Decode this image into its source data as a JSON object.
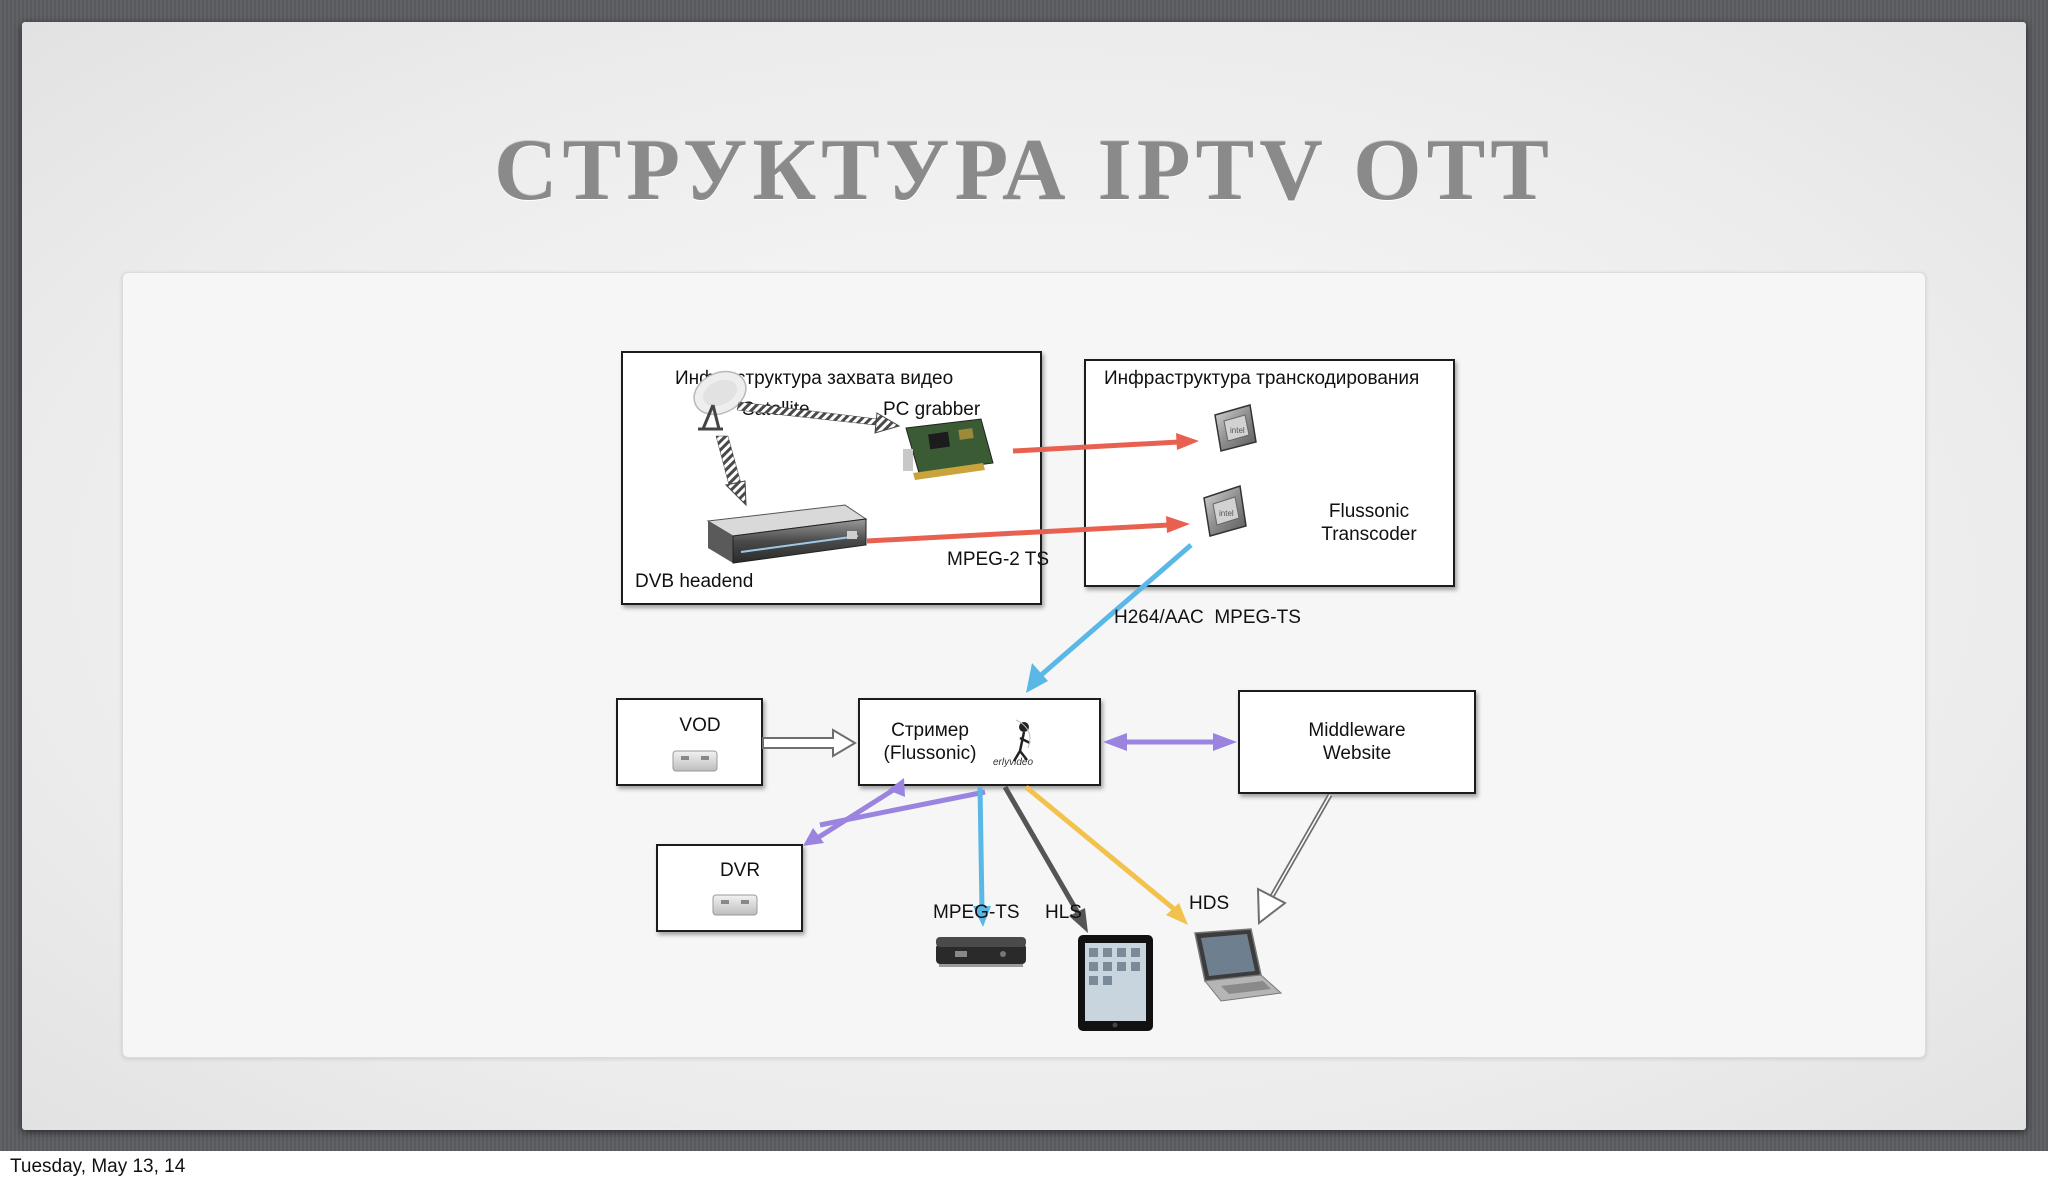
{
  "slide": {
    "title": "СТРУКТУРА IPTV OTT",
    "footer_date": "Tuesday, May 13, 14"
  },
  "diagram": {
    "capture_group": {
      "title": "Инфраструктура захвата видео",
      "satellite_label": "Satellite",
      "pc_grabber_label": "PC grabber",
      "dvb_label": "DVB headend",
      "mpeg2_label": "MPEG-2 TS"
    },
    "transcode_group": {
      "title": "Инфраструктура транскодирования",
      "transcoder_line1": "Flussonic",
      "transcoder_line2": "Transcoder"
    },
    "stream_label": "H264/AAC  MPEG-TS",
    "streamer": {
      "line1": "Стример",
      "line2": "(Flussonic)",
      "logo_text": "erlyvideo"
    },
    "vod_label": "VOD",
    "dvr_label": "DVR",
    "middleware": {
      "line1": "Middleware",
      "line2": "Website"
    },
    "protocols": {
      "mpegts": "MPEG-TS",
      "hls": "HLS",
      "hds": "HDS"
    },
    "colors": {
      "red_arrow": "#e8604f",
      "blue_arrow": "#5ab8e6",
      "purple_arrow": "#9a84e0",
      "yellow_arrow": "#f3c24c",
      "gray_arrow": "#6e6e6e"
    }
  }
}
